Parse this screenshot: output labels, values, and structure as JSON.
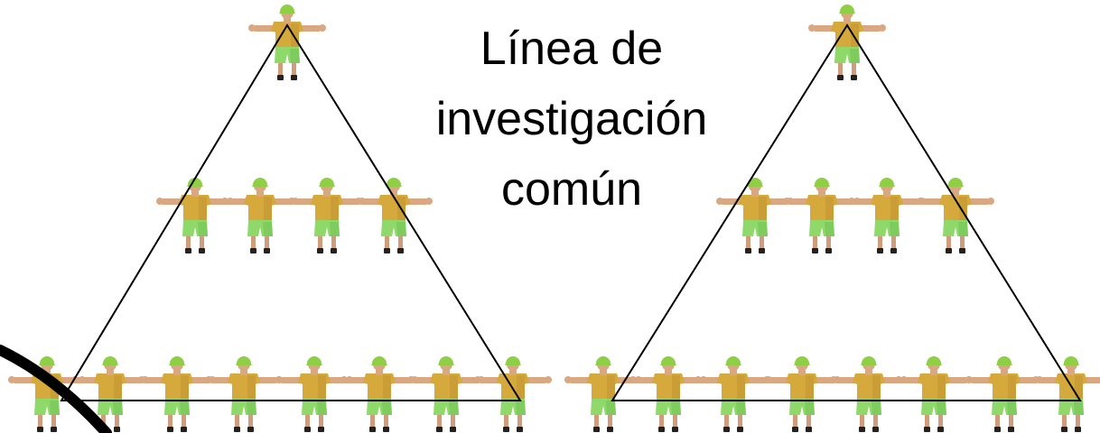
{
  "title": {
    "lines": [
      "Línea de",
      "investigación",
      "común"
    ]
  },
  "pyramids": [
    {
      "name": "left",
      "levels": [
        1,
        4,
        8
      ]
    },
    {
      "name": "right",
      "levels": [
        1,
        4,
        8
      ]
    }
  ],
  "figure_colors": {
    "skin": "#d9a882",
    "hair": "#7a5a2c",
    "cap": "#8fcf46",
    "shirt": "#d6a93c",
    "shirt_shadow": "#b7872c",
    "shorts": "#8fd86a",
    "shorts_shadow": "#6cbf4f",
    "legs": "#cf9c7c",
    "shoes": "#222222"
  },
  "line_color": "#000000"
}
